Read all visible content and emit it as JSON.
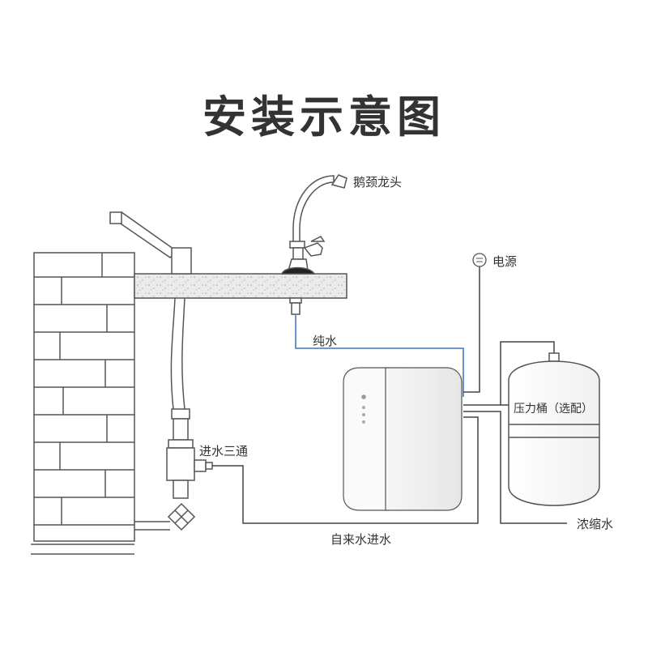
{
  "title": "安装示意图",
  "labels": {
    "gooseneck_faucet": "鹅颈龙头",
    "power": "电源",
    "pure_water": "纯水",
    "inlet_tee": "进水三通",
    "pressure_tank": "压力桶（选配）",
    "tap_water_inlet": "自来水进水",
    "concentrate_water": "浓缩水"
  },
  "colors": {
    "pure_water_line": "#5b86c8",
    "lines": "#444444",
    "brick_stroke": "#555555"
  }
}
